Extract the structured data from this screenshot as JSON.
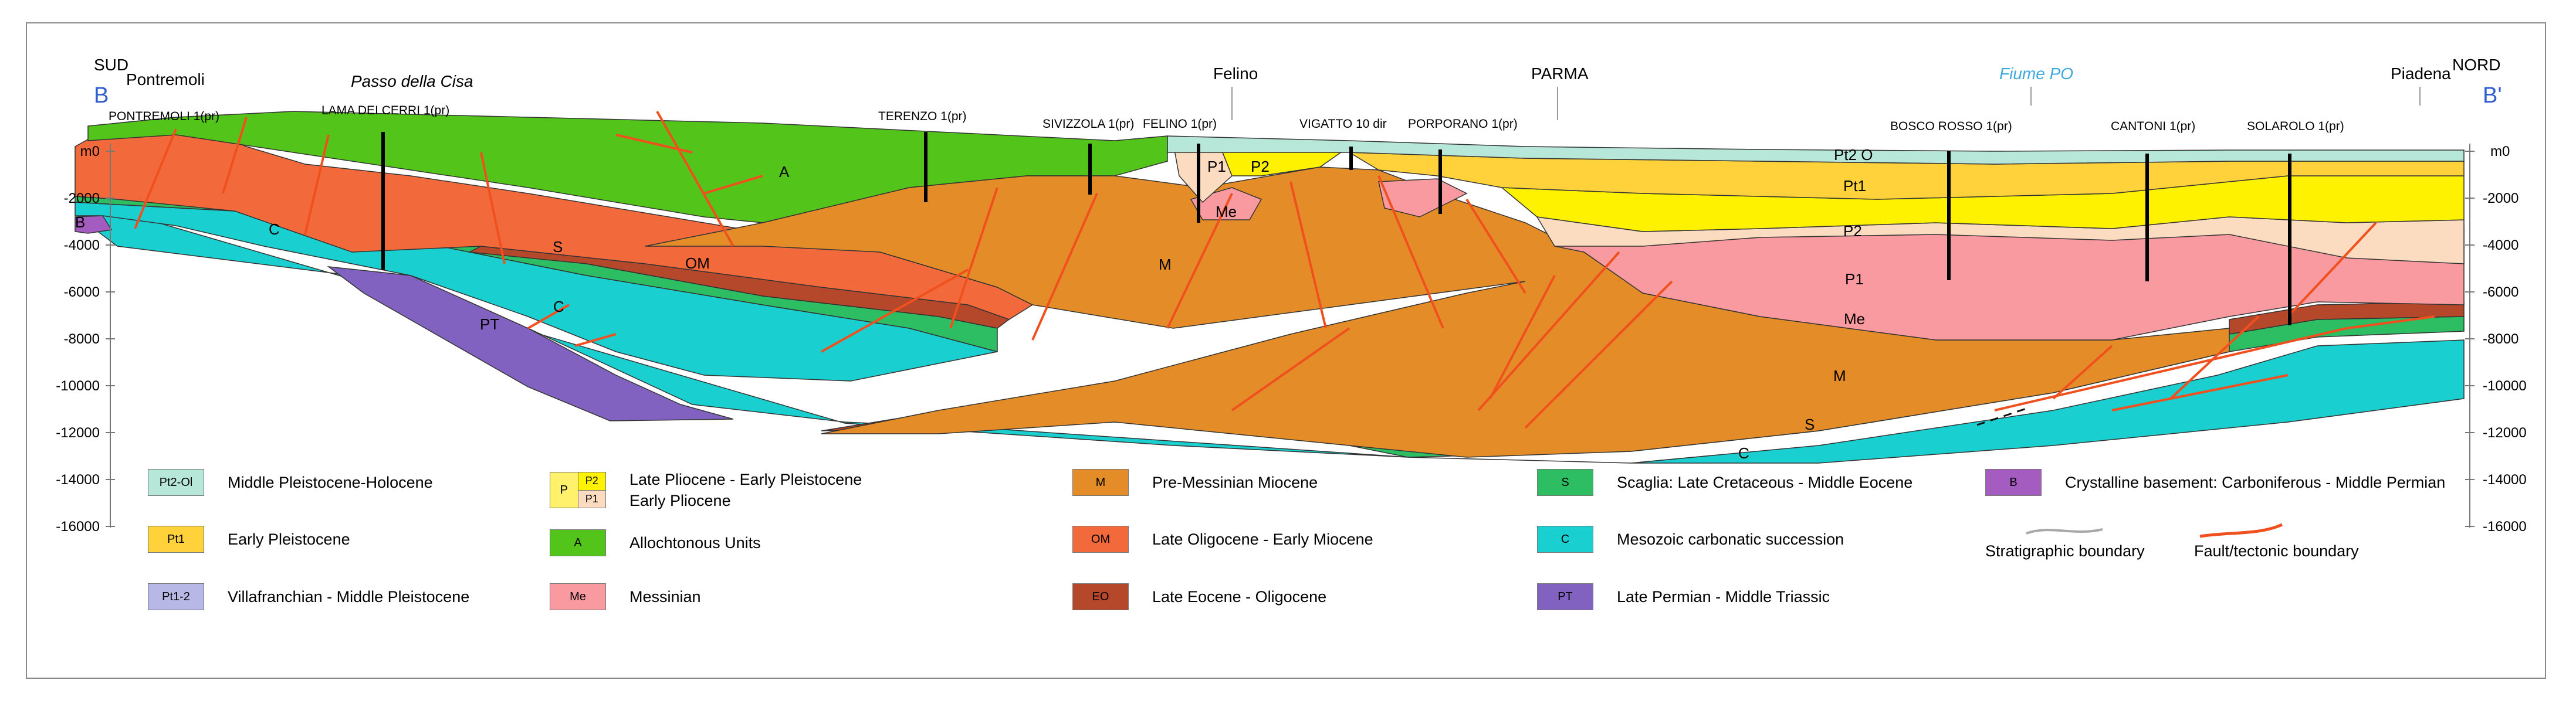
{
  "ends": {
    "left_dir": "SUD",
    "left_mark": "B",
    "right_dir": "NORD",
    "right_mark": "B'"
  },
  "top_places": {
    "pontremoli": "Pontremoli",
    "cisa": "Passo della Cisa",
    "felino": "Felino",
    "parma": "PARMA",
    "po": "Fiume PO",
    "piadena": "Piadena"
  },
  "wells": {
    "w1": "PONTREMOLI 1(pr)",
    "w2": "LAMA DEI CERRI 1(pr)",
    "w3": "TERENZO 1(pr)",
    "w4": "SIVIZZOLA 1(pr)",
    "w5": "FELINO 1(pr)",
    "w6": "VIGATTO 10 dir",
    "w7": "PORPORANO 1(pr)",
    "w8": "BOSCO ROSSO 1(pr)",
    "w9": "CANTONI 1(pr)",
    "w10": "SOLAROLO  1(pr)"
  },
  "depth_ticks": [
    "m0",
    "-2000",
    "-4000",
    "-6000",
    "-8000",
    "-10000",
    "-12000",
    "-14000",
    "-16000"
  ],
  "unit_labels": {
    "a": "A",
    "om": "OM",
    "m": "M",
    "s1": "S",
    "c1": "C",
    "c2": "C",
    "pt": "PT",
    "b": "B",
    "p1a": "P1",
    "p2a": "P2",
    "mea": "Me",
    "pt2o": "Pt2 O",
    "pt1": "Pt1",
    "p2": "P2",
    "p1": "P1",
    "me": "Me",
    "m2": "M",
    "s2": "S",
    "c3": "C"
  },
  "colors": {
    "pt2ol": "#b7e7d8",
    "pt1": "#ffd23c",
    "pt12": "#b8b8e6",
    "p2": "#fff200",
    "p1": "#fcdcc0",
    "allocht": "#52c41a",
    "messinian": "#f99aa0",
    "premess": "#e48d28",
    "om": "#f26a3c",
    "eo": "#b5482a",
    "scaglia": "#2dbd62",
    "mesozoic": "#19cfcf",
    "permian": "#8162c0",
    "basement": "#a55cc0",
    "fault": "#f0501e",
    "strat": "#a8a8a8"
  },
  "legend": {
    "pt2ol_code": "Pt2-Ol",
    "pt2ol_text": "Middle Pleistocene-Holocene",
    "pt1_code": "Pt1",
    "pt1_text": "Early Pleistocene",
    "pt12_code": "Pt1-2",
    "pt12_text": "Villafranchian - Middle Pleistocene",
    "p_code": "P",
    "p2_code": "P2",
    "p1_code": "P1",
    "p_text1": "Late Pliocene - Early Pleistocene",
    "p_text2": "Early Pliocene",
    "a_code": "A",
    "a_text": "Allochtonous Units",
    "me_code": "Me",
    "me_text": "Messinian",
    "m_code": "M",
    "m_text": "Pre-Messinian Miocene",
    "om_code": "OM",
    "om_text": "Late Oligocene - Early Miocene",
    "eo_code": "EO",
    "eo_text": "Late Eocene - Oligocene",
    "s_code": "S",
    "s_text": "Scaglia: Late Cretaceous - Middle Eocene",
    "c_code": "C",
    "c_text": "Mesozoic carbonatic succession",
    "pt_code": "PT",
    "pt_text": "Late Permian - Middle Triassic",
    "b_code": "B",
    "b_text": "Crystalline basement: Carboniferous - Middle Permian",
    "strat_text": "Stratigraphic boundary",
    "fault_text": "Fault/tectonic boundary"
  }
}
